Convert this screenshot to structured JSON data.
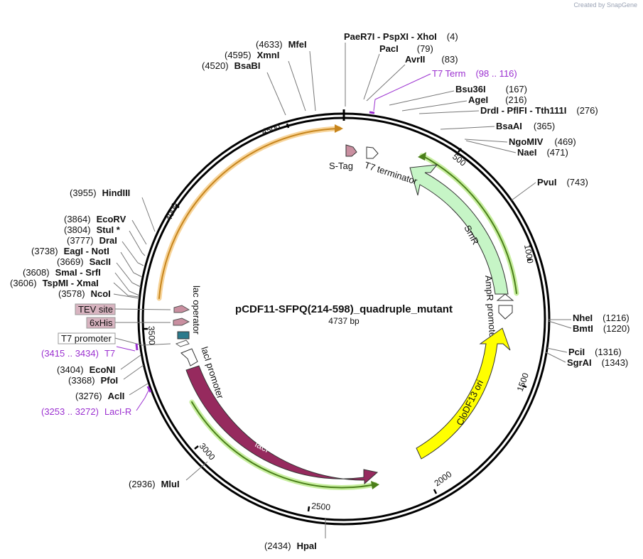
{
  "credit": "Created by SnapGene",
  "plasmid": {
    "name": "pCDF11-SFPQ(214-598)_quadruple_mutant",
    "length": "4737 bp"
  },
  "ticks": [
    "500",
    "1000",
    "1500",
    "2000",
    "2500",
    "3000",
    "3500",
    "4000",
    "4500"
  ],
  "features": [
    {
      "name": "S-Tag",
      "color": "#c98fa0"
    },
    {
      "name": "T7 terminator",
      "color": "#ffffff"
    },
    {
      "name": "SmR",
      "color": "#c6f5c6"
    },
    {
      "name": "AmpR promoter",
      "color": "#ffffff"
    },
    {
      "name": "CloDF13 ori",
      "color": "#ffff00"
    },
    {
      "name": "lacI",
      "color": "#962a5e"
    },
    {
      "name": "lacI promoter",
      "color": "#ffffff"
    },
    {
      "name": "lac operator",
      "color": "#2b7a8c"
    },
    {
      "name": "TEV site",
      "color": "#d8b4c0"
    },
    {
      "name": "6xHis",
      "color": "#d8b4c0"
    },
    {
      "name": "T7 promoter",
      "color": "#ffffff"
    }
  ],
  "enzymes": [
    {
      "name": "PaeR7I  - PspXI  - XhoI",
      "pos": "(4)"
    },
    {
      "name": "PacI",
      "pos": "(79)"
    },
    {
      "name": "AvrII",
      "pos": "(83)"
    },
    {
      "name": "T7 Term",
      "pos": "(98 .. 116)",
      "primer": true
    },
    {
      "name": "Bsu36I",
      "pos": "(167)"
    },
    {
      "name": "AgeI",
      "pos": "(216)"
    },
    {
      "name": "DrdI  - PflFI  - Tth111I",
      "pos": "(276)"
    },
    {
      "name": "BsaAI",
      "pos": "(365)"
    },
    {
      "name": "NgoMIV",
      "pos": "(469)"
    },
    {
      "name": "NaeI",
      "pos": "(471)"
    },
    {
      "name": "PvuI",
      "pos": "(743)"
    },
    {
      "name": "NheI",
      "pos": "(1216)"
    },
    {
      "name": "BmtI",
      "pos": "(1220)"
    },
    {
      "name": "PciI",
      "pos": "(1316)"
    },
    {
      "name": "SgrAI",
      "pos": "(1343)"
    },
    {
      "name": "HpaI",
      "pos": "(2434)"
    },
    {
      "name": "MluI",
      "pos": "(2936)"
    },
    {
      "name": "LacI-R",
      "pos": "(3253 .. 3272)",
      "primer": true
    },
    {
      "name": "AclI",
      "pos": "(3276)"
    },
    {
      "name": "PfoI",
      "pos": "(3368)"
    },
    {
      "name": "EcoNI",
      "pos": "(3404)"
    },
    {
      "name": "T7",
      "pos": "(3415 .. 3434)",
      "primer": true
    },
    {
      "name": "NcoI",
      "pos": "(3578)"
    },
    {
      "name": "TspMI  - XmaI",
      "pos": "(3606)"
    },
    {
      "name": "SmaI  - SrfI",
      "pos": "(3608)"
    },
    {
      "name": "SacII",
      "pos": "(3669)"
    },
    {
      "name": "EagI  - NotI",
      "pos": "(3738)"
    },
    {
      "name": "DraI",
      "pos": "(3777)"
    },
    {
      "name": "StuI *",
      "pos": "(3804)"
    },
    {
      "name": "EcoRV",
      "pos": "(3864)"
    },
    {
      "name": "HindIII",
      "pos": "(3955)"
    },
    {
      "name": "BsaBI",
      "pos": "(4520)"
    },
    {
      "name": "XmnI",
      "pos": "(4595)"
    },
    {
      "name": "MfeI",
      "pos": "(4633)"
    }
  ]
}
